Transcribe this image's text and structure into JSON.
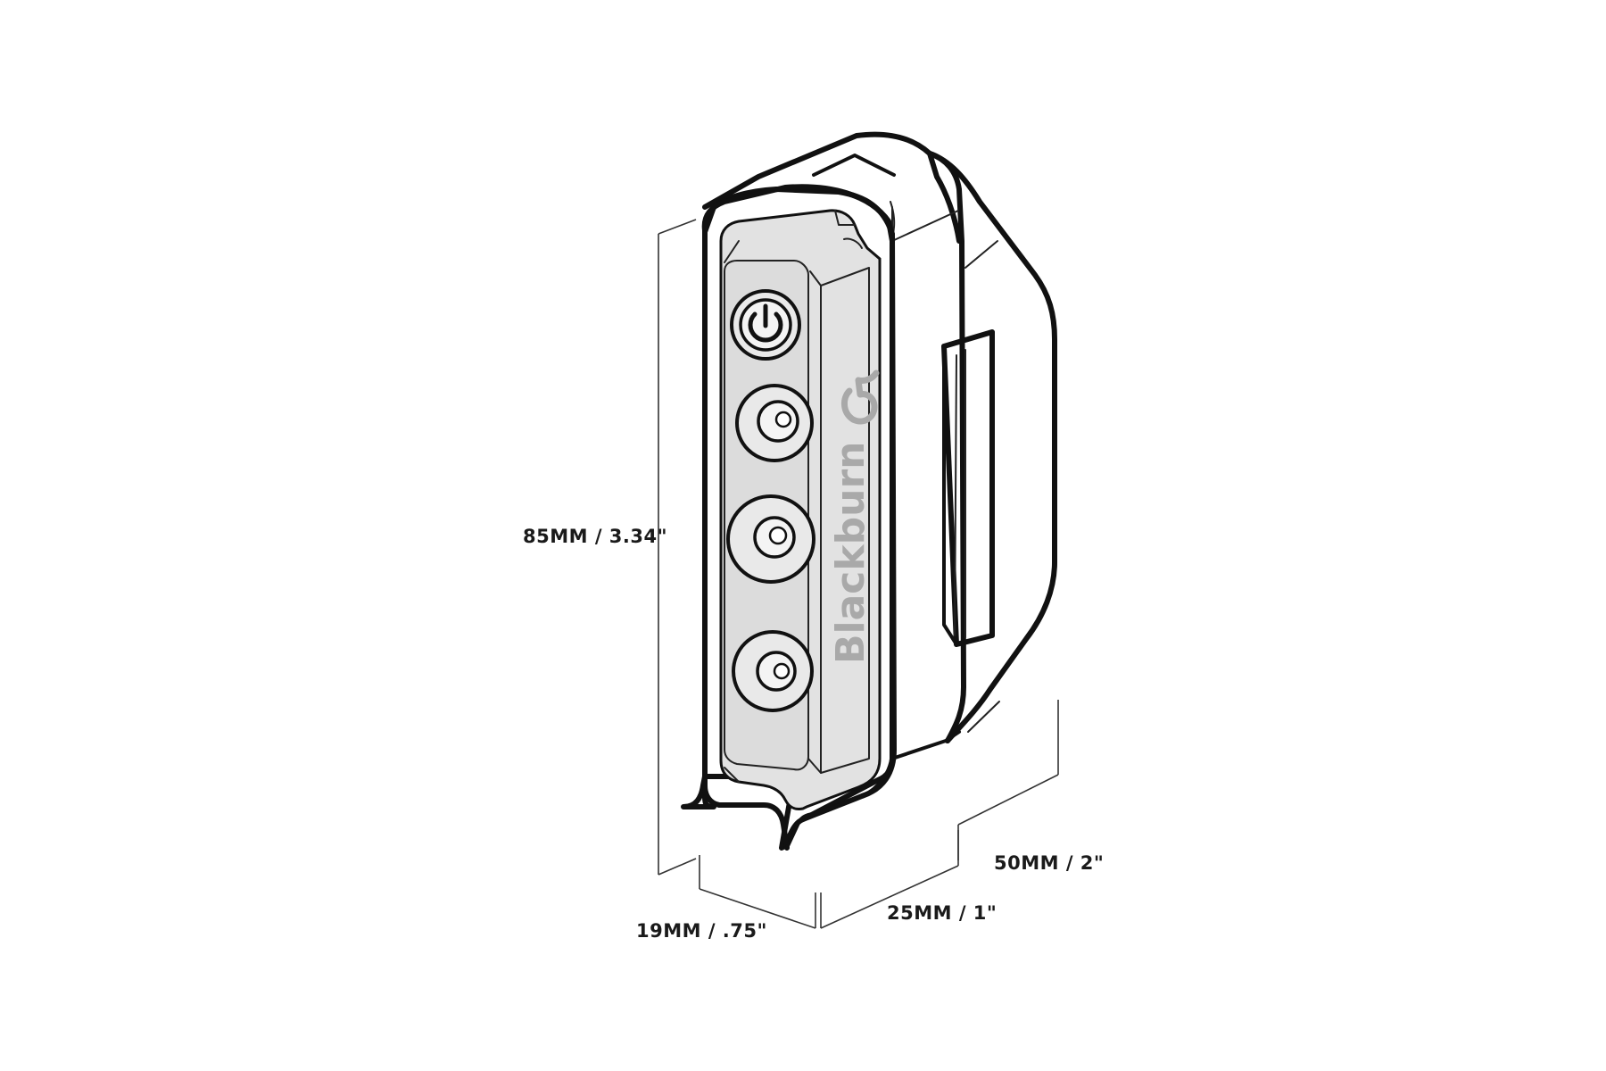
{
  "dimensions": {
    "height": "85MM / 3.34\"",
    "depth_front": "19MM / .75\"",
    "depth_body": "25MM / 1\"",
    "mount_depth": "50MM / 2\""
  },
  "brand": {
    "wordmark": "Blackburn"
  },
  "colors": {
    "line": "#111111",
    "lens_fill": "#e2e2e2",
    "wordmark": "#a9a9a9",
    "background": "#ffffff"
  },
  "buttons": [
    {
      "icon": "power-icon"
    },
    {
      "icon": "mode-button-icon"
    },
    {
      "icon": "mode-button-icon"
    },
    {
      "icon": "mode-button-icon"
    }
  ]
}
